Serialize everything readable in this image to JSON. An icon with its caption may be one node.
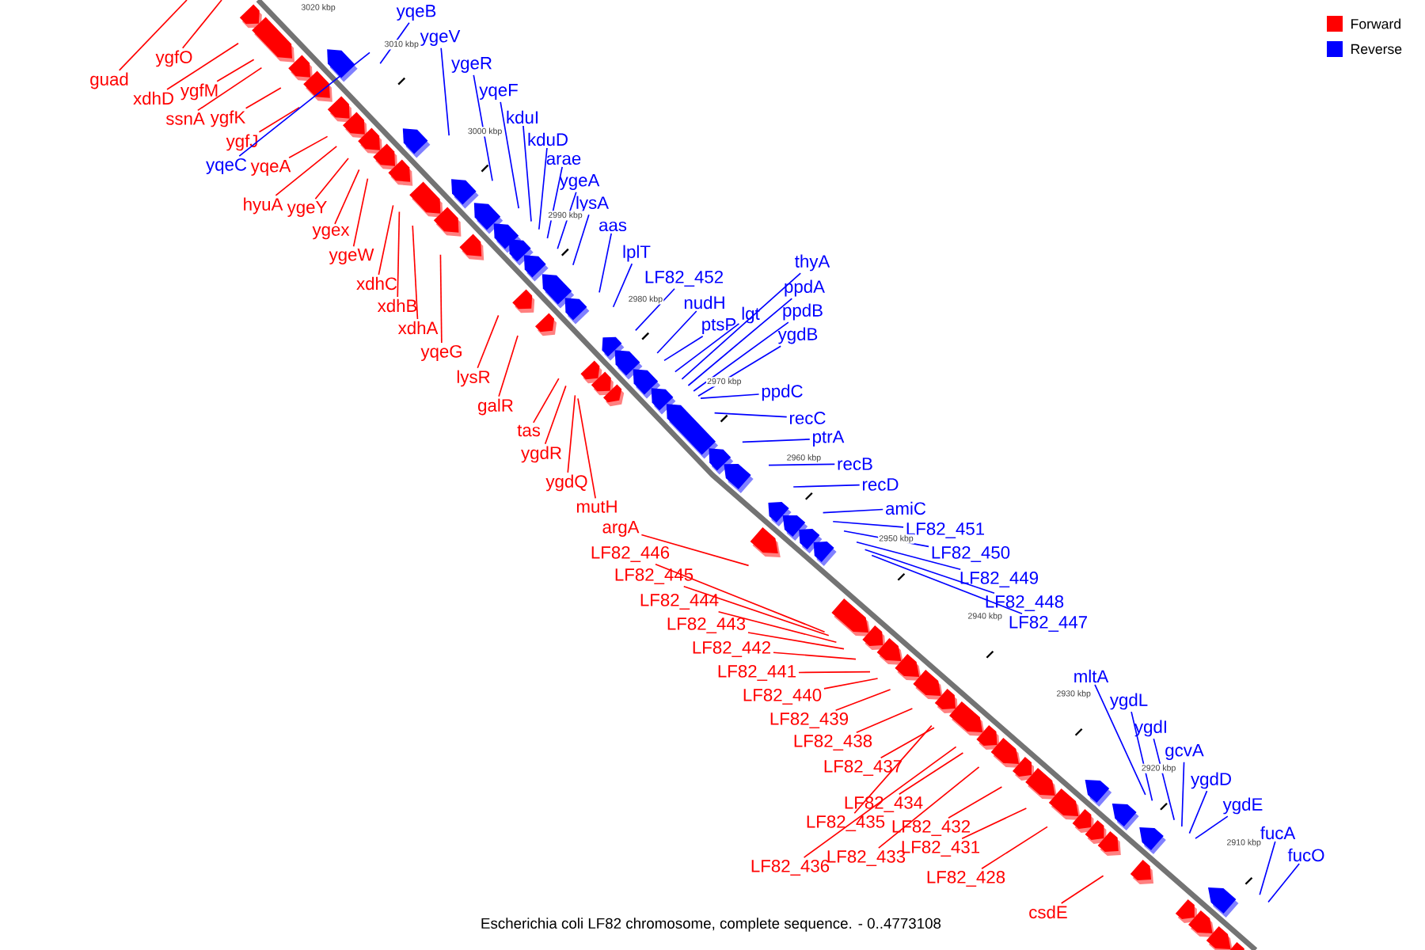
{
  "diagram": {
    "caption": "Escherichia coli LF82 chromosome, complete sequence. - 0..4773108",
    "nodes": [
      {
        "text": [
          "yqeB"
        ]
      },
      {
        "text": [
          "ygeV"
        ]
      },
      {
        "text": [
          "ygfO"
        ]
      },
      {
        "text": [
          "ygeR"
        ]
      },
      {
        "text": [
          "guad"
        ]
      },
      {
        "text": [
          "yqeF"
        ]
      },
      {
        "text": [
          "ygfM"
        ]
      },
      {
        "text": [
          "xdhD"
        ]
      },
      {
        "text": [
          "kduI"
        ]
      },
      {
        "text": [
          "ssnA"
        ]
      },
      {
        "text": [
          "ygfK"
        ]
      },
      {
        "text": [
          "kduD"
        ]
      },
      {
        "text": [
          "ygfJ"
        ]
      },
      {
        "text": [
          "arae"
        ]
      },
      {
        "text": [
          "yqeC"
        ]
      },
      {
        "text": [
          "yqeA"
        ]
      },
      {
        "text": [
          "ygeA"
        ]
      },
      {
        "text": [
          "lysA"
        ]
      },
      {
        "text": [
          "hyuA"
        ]
      },
      {
        "text": [
          "ygeY"
        ]
      },
      {
        "text": [
          "aas"
        ]
      },
      {
        "text": [
          "ygex"
        ]
      },
      {
        "text": [
          "lplT"
        ]
      },
      {
        "text": [
          "ygeW"
        ]
      },
      {
        "text": [
          "thyA"
        ]
      },
      {
        "text": [
          "LF82_452"
        ]
      },
      {
        "text": [
          "xdhC"
        ]
      },
      {
        "text": [
          "ppdA"
        ]
      },
      {
        "text": [
          "nudH"
        ]
      },
      {
        "text": [
          "xdhB"
        ]
      },
      {
        "text": [
          "ppdB"
        ]
      },
      {
        "text": [
          "lgt"
        ]
      },
      {
        "text": [
          "ptsP"
        ]
      },
      {
        "text": [
          "xdhA"
        ]
      },
      {
        "text": [
          "ygdB"
        ]
      },
      {
        "text": [
          "yqeG"
        ]
      },
      {
        "text": [
          "lysR"
        ]
      },
      {
        "text": [
          "ppdC"
        ]
      },
      {
        "text": [
          "galR"
        ]
      },
      {
        "text": [
          "recC"
        ]
      },
      {
        "text": [
          "tas"
        ]
      },
      {
        "text": [
          "ptrA"
        ]
      },
      {
        "text": [
          "ygdR"
        ]
      },
      {
        "text": [
          "recB"
        ]
      },
      {
        "text": [
          "ygdQ"
        ]
      },
      {
        "text": [
          "recD"
        ]
      },
      {
        "text": [
          "mutH"
        ]
      },
      {
        "text": [
          "amiC"
        ]
      },
      {
        "text": [
          "argA"
        ]
      },
      {
        "text": [
          "LF82_451"
        ]
      },
      {
        "text": [
          "LF82_446"
        ]
      },
      {
        "text": [
          "LF82_450"
        ]
      },
      {
        "text": [
          "LF82_445"
        ]
      },
      {
        "text": [
          "LF82_449"
        ]
      },
      {
        "text": [
          "LF82_444"
        ]
      },
      {
        "text": [
          "LF82_448"
        ]
      },
      {
        "text": [
          "LF82_443"
        ]
      },
      {
        "text": [
          "LF82_447"
        ]
      },
      {
        "text": [
          "LF82_442"
        ]
      },
      {
        "text": [
          "LF82_441"
        ]
      },
      {
        "text": [
          "mltA"
        ]
      },
      {
        "text": [
          "LF82_440"
        ]
      },
      {
        "text": [
          "ygdL"
        ]
      },
      {
        "text": [
          "LF82_439"
        ]
      },
      {
        "text": [
          "ygdI"
        ]
      },
      {
        "text": [
          "LF82_438"
        ]
      },
      {
        "text": [
          "gcvA"
        ]
      },
      {
        "text": [
          "LF82_437"
        ]
      },
      {
        "text": [
          "ygdD"
        ]
      },
      {
        "text": [
          "LF82_434"
        ]
      },
      {
        "text": [
          "ygdE"
        ]
      },
      {
        "text": [
          "LF82_435"
        ]
      },
      {
        "text": [
          "LF82_432"
        ]
      },
      {
        "text": [
          "fucA"
        ]
      },
      {
        "text": [
          "LF82_431"
        ]
      },
      {
        "text": [
          "fucO"
        ]
      },
      {
        "text": [
          "LF82_433"
        ]
      },
      {
        "text": [
          "LF82_436"
        ]
      },
      {
        "text": [
          "LF82_428"
        ]
      },
      {
        "text": [
          "csdE"
        ]
      }
    ],
    "edges": [
      {
        "from": 0,
        "to": null,
        "arrow": "none",
        "color": "#0000ff"
      },
      {
        "from": 1,
        "to": null,
        "arrow": "none",
        "color": "#0000ff"
      },
      {
        "from": 2,
        "to": null,
        "arrow": "none"
      },
      {
        "from": 3,
        "to": null,
        "arrow": "none",
        "color": "#0000ff"
      },
      {
        "from": 4,
        "to": null,
        "arrow": "none"
      },
      {
        "from": 5,
        "to": null,
        "arrow": "none",
        "color": "#0000ff"
      },
      {
        "from": 6,
        "to": null,
        "arrow": "none"
      },
      {
        "from": 7,
        "to": null,
        "arrow": "none"
      },
      {
        "from": 8,
        "to": null,
        "arrow": "none",
        "color": "#0000ff"
      },
      {
        "from": 9,
        "to": null,
        "arrow": "none"
      },
      {
        "from": 10,
        "to": null,
        "arrow": "none"
      },
      {
        "from": 11,
        "to": null,
        "arrow": "none",
        "color": "#0000ff"
      },
      {
        "from": 12,
        "to": null,
        "arrow": "none"
      },
      {
        "from": 13,
        "to": null,
        "arrow": "none",
        "color": "#0000ff"
      },
      {
        "from": 14,
        "to": null,
        "arrow": "none",
        "color": "#0000ff"
      },
      {
        "from": 15,
        "to": null,
        "arrow": "none"
      },
      {
        "from": 16,
        "to": null,
        "arrow": "none",
        "color": "#0000ff"
      },
      {
        "from": 17,
        "to": null,
        "arrow": "none",
        "color": "#0000ff"
      },
      {
        "from": 18,
        "to": null,
        "arrow": "none"
      },
      {
        "from": 19,
        "to": null,
        "arrow": "none"
      },
      {
        "from": 20,
        "to": null,
        "arrow": "none",
        "color": "#0000ff"
      },
      {
        "from": 21,
        "to": null,
        "arrow": "none"
      },
      {
        "from": 22,
        "to": null,
        "arrow": "none",
        "color": "#0000ff"
      },
      {
        "from": 23,
        "to": null,
        "arrow": "none"
      },
      {
        "from": 24,
        "to": null,
        "arrow": "none",
        "color": "#0000ff"
      },
      {
        "from": 25,
        "to": null,
        "arrow": "none",
        "color": "#0000ff"
      },
      {
        "from": 26,
        "to": null,
        "arrow": "none"
      },
      {
        "from": 27,
        "to": null,
        "arrow": "none",
        "color": "#0000ff"
      },
      {
        "from": 28,
        "to": null,
        "arrow": "none",
        "color": "#0000ff"
      },
      {
        "from": 29,
        "to": null,
        "arrow": "none"
      },
      {
        "from": 30,
        "to": null,
        "arrow": "none",
        "color": "#0000ff"
      },
      {
        "from": 31,
        "to": null,
        "arrow": "none",
        "color": "#0000ff"
      },
      {
        "from": 32,
        "to": null,
        "arrow": "none",
        "color": "#0000ff"
      },
      {
        "from": 33,
        "to": null,
        "arrow": "none"
      },
      {
        "from": 34,
        "to": null,
        "arrow": "none",
        "color": "#0000ff"
      },
      {
        "from": 35,
        "to": null,
        "arrow": "none"
      },
      {
        "from": 36,
        "to": null,
        "arrow": "none"
      },
      {
        "from": 37,
        "to": null,
        "arrow": "none",
        "color": "#0000ff"
      },
      {
        "from": 38,
        "to": null,
        "arrow": "none"
      },
      {
        "from": 39,
        "to": null,
        "arrow": "none",
        "color": "#0000ff"
      },
      {
        "from": 40,
        "to": null,
        "arrow": "none"
      },
      {
        "from": 41,
        "to": null,
        "arrow": "none",
        "color": "#0000ff"
      },
      {
        "from": 42,
        "to": null,
        "arrow": "none"
      },
      {
        "from": 43,
        "to": null,
        "arrow": "none",
        "color": "#0000ff"
      },
      {
        "from": 44,
        "to": null,
        "arrow": "none"
      },
      {
        "from": 45,
        "to": null,
        "arrow": "none",
        "color": "#0000ff"
      },
      {
        "from": 46,
        "to": null,
        "arrow": "none"
      },
      {
        "from": 47,
        "to": null,
        "arrow": "none",
        "color": "#0000ff"
      },
      {
        "from": 48,
        "to": null,
        "arrow": "none"
      },
      {
        "from": 49,
        "to": null,
        "arrow": "none",
        "color": "#0000ff"
      },
      {
        "from": 50,
        "to": null,
        "arrow": "none"
      },
      {
        "from": 51,
        "to": null,
        "arrow": "none",
        "color": "#0000ff"
      },
      {
        "from": 52,
        "to": null,
        "arrow": "none"
      },
      {
        "from": 53,
        "to": null,
        "arrow": "none",
        "color": "#0000ff"
      },
      {
        "from": 54,
        "to": null,
        "arrow": "none"
      },
      {
        "from": 55,
        "to": null,
        "arrow": "none",
        "color": "#0000ff"
      },
      {
        "from": 56,
        "to": null,
        "arrow": "none"
      },
      {
        "from": 57,
        "to": null,
        "arrow": "none",
        "color": "#0000ff"
      },
      {
        "from": 58,
        "to": null,
        "arrow": "none"
      },
      {
        "from": 59,
        "to": null,
        "arrow": "none"
      },
      {
        "from": 60,
        "to": null,
        "arrow": "none",
        "color": "#0000ff"
      },
      {
        "from": 61,
        "to": null,
        "arrow": "none"
      },
      {
        "from": 62,
        "to": null,
        "arrow": "none",
        "color": "#0000ff"
      },
      {
        "from": 63,
        "to": null,
        "arrow": "none"
      },
      {
        "from": 64,
        "to": null,
        "arrow": "none",
        "color": "#0000ff"
      },
      {
        "from": 65,
        "to": null,
        "arrow": "none"
      },
      {
        "from": 66,
        "to": null,
        "arrow": "none",
        "color": "#0000ff"
      },
      {
        "from": 67,
        "to": null,
        "arrow": "none"
      },
      {
        "from": 68,
        "to": null,
        "arrow": "none",
        "color": "#0000ff"
      },
      {
        "from": 69,
        "to": null,
        "arrow": "none"
      },
      {
        "from": 70,
        "to": null,
        "arrow": "none",
        "color": "#0000ff"
      },
      {
        "from": 71,
        "to": null,
        "arrow": "none"
      },
      {
        "from": 72,
        "to": null,
        "arrow": "none"
      },
      {
        "from": 73,
        "to": null,
        "arrow": "none",
        "color": "#0000ff"
      },
      {
        "from": 74,
        "to": null,
        "arrow": "none"
      },
      {
        "from": 75,
        "to": null,
        "arrow": "none",
        "color": "#0000ff"
      },
      {
        "from": 76,
        "to": null,
        "arrow": "none"
      },
      {
        "from": 77,
        "to": null,
        "arrow": "none"
      },
      {
        "from": 78,
        "to": null,
        "arrow": "none"
      },
      {
        "from": 79,
        "to": null,
        "arrow": "none"
      }
    ],
    "labels": [
      "3020 kbp",
      "3010 kbp",
      "3000 kbp",
      "2990 kbp",
      "2980 kbp",
      "2970 kbp",
      "2960 kbp",
      "2950 kbp",
      "2940 kbp",
      "2930 kbp",
      "2920 kbp",
      "2910 kbp"
    ],
    "legend": [
      {
        "text": "Forward",
        "color": "#ff0000"
      },
      {
        "text": "Reverse",
        "color": "#0000ff"
      }
    ]
  }
}
